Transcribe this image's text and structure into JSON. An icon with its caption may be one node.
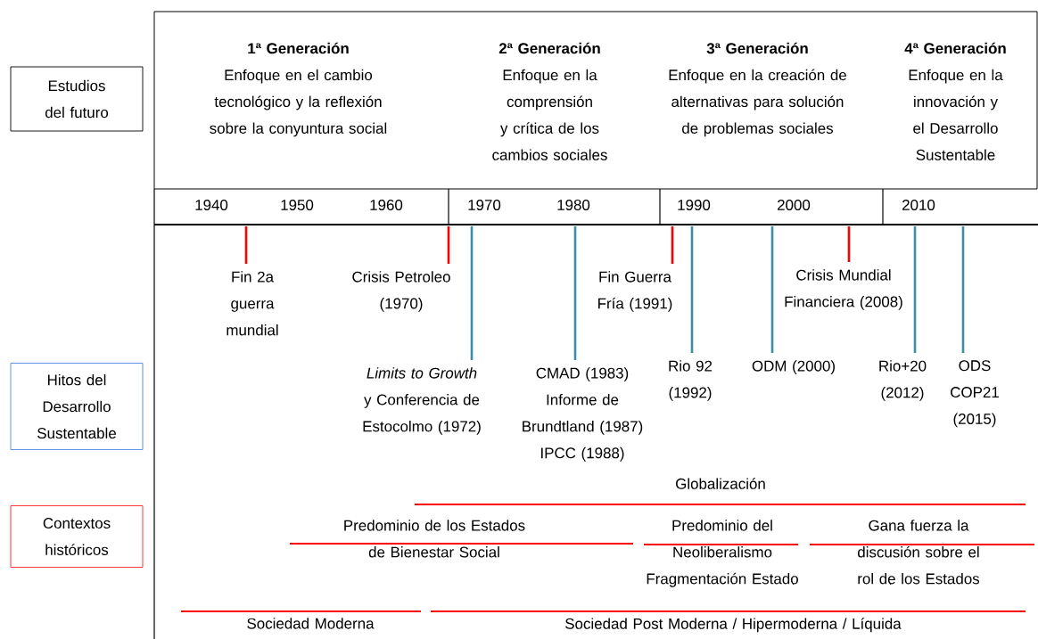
{
  "diagram": {
    "nodes": [
      {
        "text": [
          "Estudios del futuro"
        ]
      },
      {
        "text": [],
        "shape": "box"
      },
      {
        "text": [
          "1ª Generación",
          "Enfoque en el cambio tecnológico y la reflexión sobre la conyuntura social"
        ],
        "in": 1
      },
      {
        "text": [
          "2ª Generación",
          "Enfoque en la comprensión y crítica de los cambios sociales"
        ],
        "in": 1
      },
      {
        "text": [
          "3ª Generación",
          "Enfoque en la creación de alternativas para solución de problemas sociales"
        ],
        "in": 1
      },
      {
        "text": [
          "4ª Generación",
          "Enfoque en la innovación y el Desarrollo Sustentable"
        ],
        "in": 1
      },
      {
        "text": [
          "Hitos del Desarrollo Sustentable"
        ]
      },
      {
        "text": [
          "Contextos históricos"
        ]
      },
      {
        "text": [
          "Fin 2a guerra mundial"
        ]
      },
      {
        "text": [
          "Crisis Petroleo (1970)"
        ]
      },
      {
        "text": [
          "*Limits to Growth* y Conferencia de Estocolmo (1972)"
        ]
      },
      {
        "text": [
          "CMAD (1983) Informe de Brundtland (1987) IPCC (1988)"
        ]
      },
      {
        "text": [
          "Fin Guerra Fría (1991)"
        ]
      },
      {
        "text": [
          "Rio 92 (1992)"
        ]
      },
      {
        "text": [
          "ODM (2000)"
        ]
      },
      {
        "text": [
          "Crisis Mundial Financiera (2008)"
        ]
      },
      {
        "text": [
          "Rio+20 (2012)"
        ]
      },
      {
        "text": [
          "ODS COP21 (2015)"
        ]
      }
    ],
    "edges": [
      {
        "from": 8,
        "to": null,
        "arrow": "none",
        "color": "#ff0000"
      },
      {
        "from": 9,
        "to": null,
        "arrow": "none",
        "color": "#ff0000"
      },
      {
        "from": 10,
        "to": null,
        "arrow": "none"
      },
      {
        "from": 11,
        "to": null,
        "arrow": "none"
      },
      {
        "from": 12,
        "to": null,
        "arrow": "none",
        "color": "#ff0000"
      },
      {
        "from": 13,
        "to": null,
        "arrow": "none"
      },
      {
        "from": 14,
        "to": null,
        "arrow": "none"
      },
      {
        "from": 15,
        "to": null,
        "arrow": "none",
        "color": "#ff0000"
      },
      {
        "from": 16,
        "to": null,
        "arrow": "none"
      },
      {
        "from": 17,
        "to": null,
        "arrow": "none"
      }
    ],
    "labels": [
      "1940",
      "1950",
      "1960",
      "1970",
      "1980",
      "1990",
      "2000",
      "2010",
      "Globalización",
      "Predominio de los Estados de Bienestar Social",
      "Predominio del Neoliberalismo Fragmentación Estado",
      "Gana fuerza la discusión sobre el rol de los Estados",
      "Sociedad Moderna",
      "Sociedad Post Moderna / Hipermoderna / Líquida"
    ]
  }
}
